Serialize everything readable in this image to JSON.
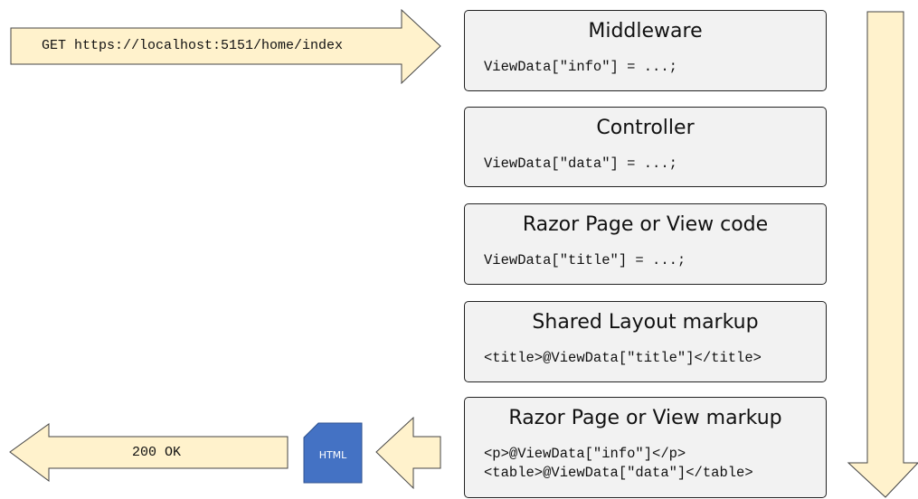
{
  "request": {
    "label": "GET https://localhost:5151/home/index"
  },
  "response": {
    "label": "200 OK"
  },
  "document_icon": {
    "label": "HTML",
    "color": "#4472c4"
  },
  "arrow_fill": "#fff2cc",
  "stages": [
    {
      "title": "Middleware",
      "code": [
        "ViewData[\"info\"] = ...;"
      ]
    },
    {
      "title": "Controller",
      "code": [
        "ViewData[\"data\"] = ...;"
      ]
    },
    {
      "title": "Razor Page or View code",
      "code": [
        "ViewData[\"title\"] = ...;"
      ]
    },
    {
      "title": "Shared Layout markup",
      "code": [
        "<title>@ViewData[\"title\"]</title>"
      ]
    },
    {
      "title": "Razor Page or View markup",
      "code": [
        "<p>@ViewData[\"info\"]</p>",
        "<table>@ViewData[\"data\"]</table>"
      ]
    }
  ]
}
